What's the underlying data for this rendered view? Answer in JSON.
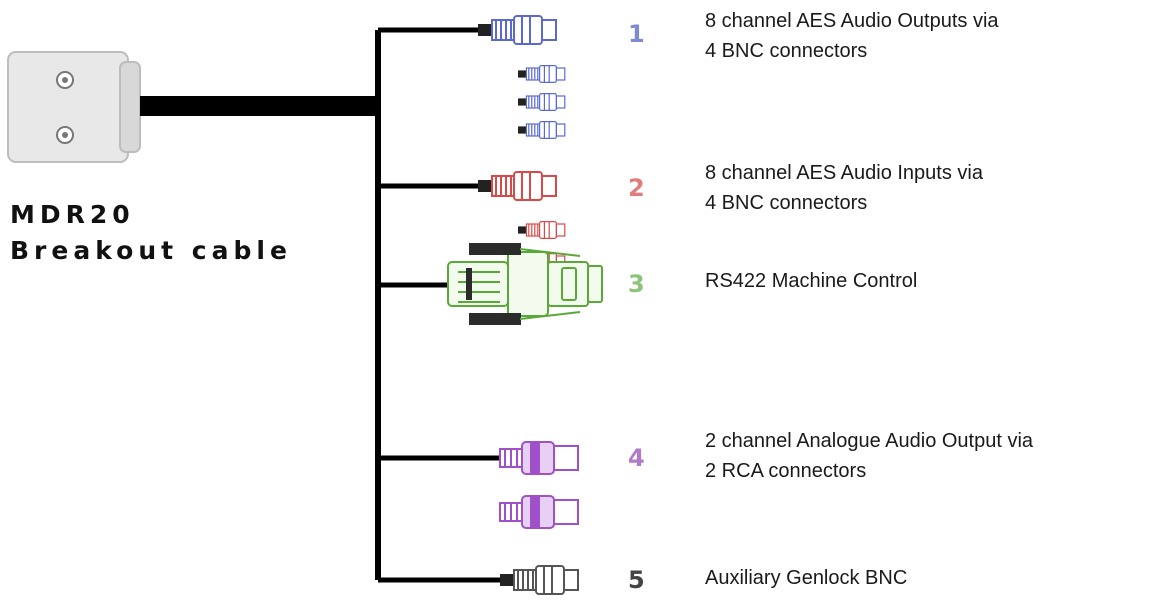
{
  "plug": {
    "title_line1": "MDR20",
    "title_line2": "Breakout cable"
  },
  "branches": [
    {
      "number": "1",
      "color": "#7d8bd0",
      "line1": "8 channel AES Audio Outputs via",
      "line2": "4 BNC connectors"
    },
    {
      "number": "2",
      "color": "#e07c7c",
      "line1": "8 channel AES Audio Inputs via",
      "line2": "4 BNC connectors"
    },
    {
      "number": "3",
      "color": "#8cc57a",
      "line1": "RS422 Machine Control",
      "line2": ""
    },
    {
      "number": "4",
      "color": "#b07cc8",
      "line1": "2 channel Analogue Audio Output via",
      "line2": "2 RCA connectors"
    },
    {
      "number": "5",
      "color": "#444444",
      "line1": "Auxiliary Genlock BNC",
      "line2": ""
    }
  ],
  "colors": {
    "cable": "#000000",
    "blue": "#5a6ad0",
    "red": "#d84a4a",
    "green": "#5aa83a",
    "purple": "#a050c8",
    "gray": "#555555"
  }
}
